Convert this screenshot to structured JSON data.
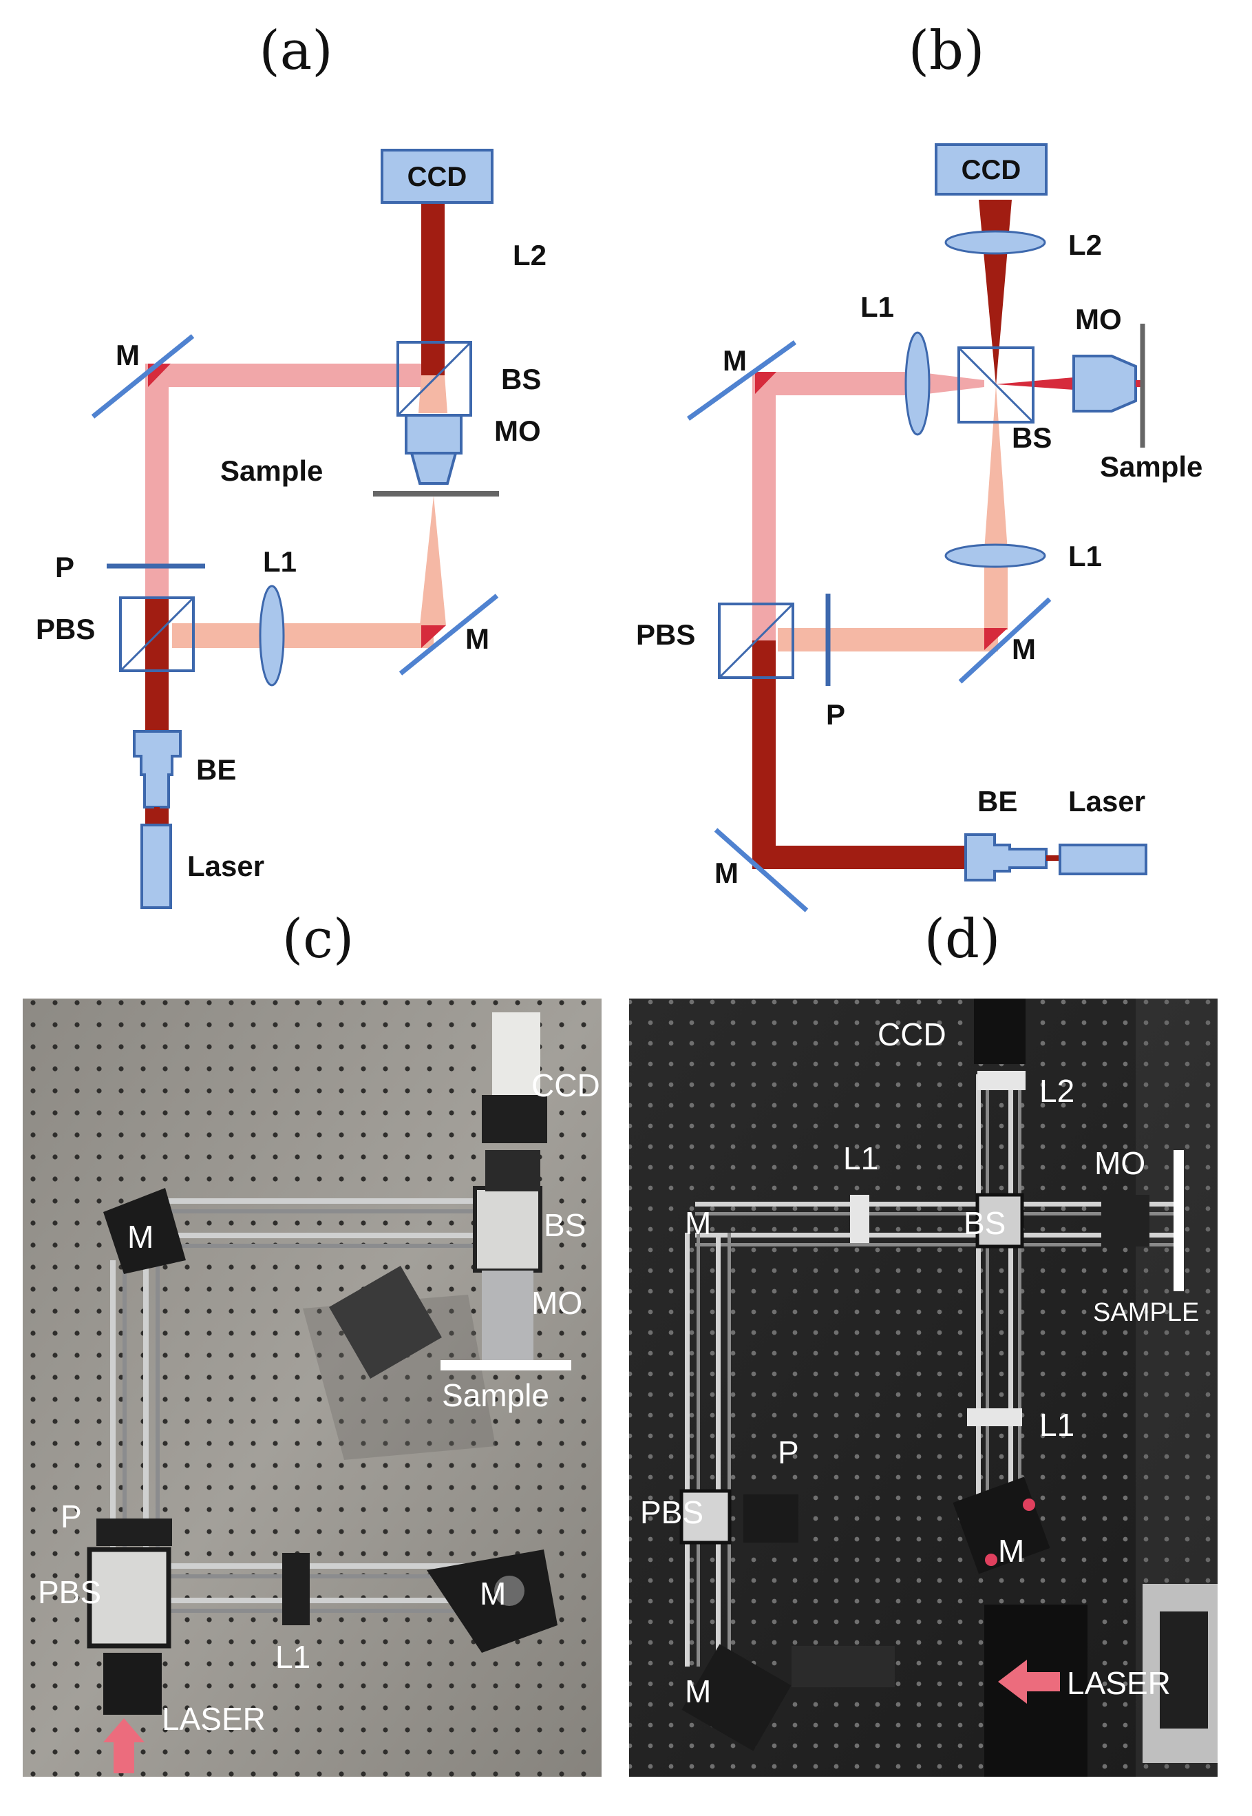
{
  "panels": {
    "a": {
      "caption": "(a)",
      "labels": {
        "ccd": "CCD",
        "l2": "L2",
        "m_top": "M",
        "bs": "BS",
        "mo": "MO",
        "sample": "Sample",
        "p": "P",
        "l1": "L1",
        "pbs": "PBS",
        "m_right": "M",
        "be": "BE",
        "laser": "Laser"
      }
    },
    "b": {
      "caption": "(b)",
      "labels": {
        "ccd": "CCD",
        "l2": "L2",
        "l1_top": "L1",
        "mo": "MO",
        "m_top": "M",
        "bs": "BS",
        "sample": "Sample",
        "l1_lower": "L1",
        "pbs": "PBS",
        "m_right": "M",
        "p": "P",
        "be": "BE",
        "laser": "Laser",
        "m_bottom": "M"
      }
    },
    "c": {
      "caption": "(c)",
      "labels": {
        "ccd": "CCD",
        "m": "M",
        "bs": "BS",
        "mo": "MO",
        "sample": "Sample",
        "p": "P",
        "pbs": "PBS",
        "m_right": "M",
        "l1": "L1",
        "laser": "LASER"
      }
    },
    "d": {
      "caption": "(d)",
      "labels": {
        "ccd": "CCD",
        "l2": "L2",
        "l1_top": "L1",
        "mo": "MO",
        "m_top": "M",
        "bs": "BS",
        "sample": "SAMPLE",
        "l1_lower": "L1",
        "p": "P",
        "pbs": "PBS",
        "m_right": "M",
        "m_bottom": "M",
        "laser": "LASER"
      }
    }
  },
  "colors": {
    "beam_dark": "#a11d12",
    "beam_light": "#f1a7a9",
    "beam_peach": "#f5b8a5",
    "component_fill": "#a9c6ec",
    "component_stroke": "#3d68ad",
    "mirror": "#4f82d0",
    "arrow": "#ec6c7d"
  }
}
